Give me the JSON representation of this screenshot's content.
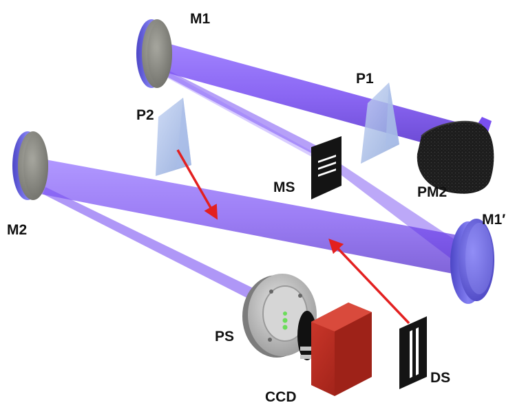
{
  "labels": {
    "m1": "M1",
    "p1": "P1",
    "p2": "P2",
    "ms": "MS",
    "pm2": "PM2",
    "m2": "M2",
    "m1_prime": "M1′",
    "ps": "PS",
    "ccd": "CCD",
    "ds": "DS"
  },
  "colors": {
    "beam": "#6a3cf0",
    "mirror_rim": "#6f6ae6",
    "mirror_face": "#8a8a84",
    "prism": "#9fb6e6",
    "arrow": "#e32020",
    "camera": "#b5261c",
    "slit": "#111111",
    "photomultiplier": "#1c1c1c"
  },
  "icons": {
    "mirror": "circular-mirror-icon",
    "prism": "triangular-prism-icon",
    "slit": "slit-mask-icon",
    "detector": "photomultiplier-icon",
    "camera": "ccd-camera-icon",
    "sample": "phase-sample-icon"
  }
}
